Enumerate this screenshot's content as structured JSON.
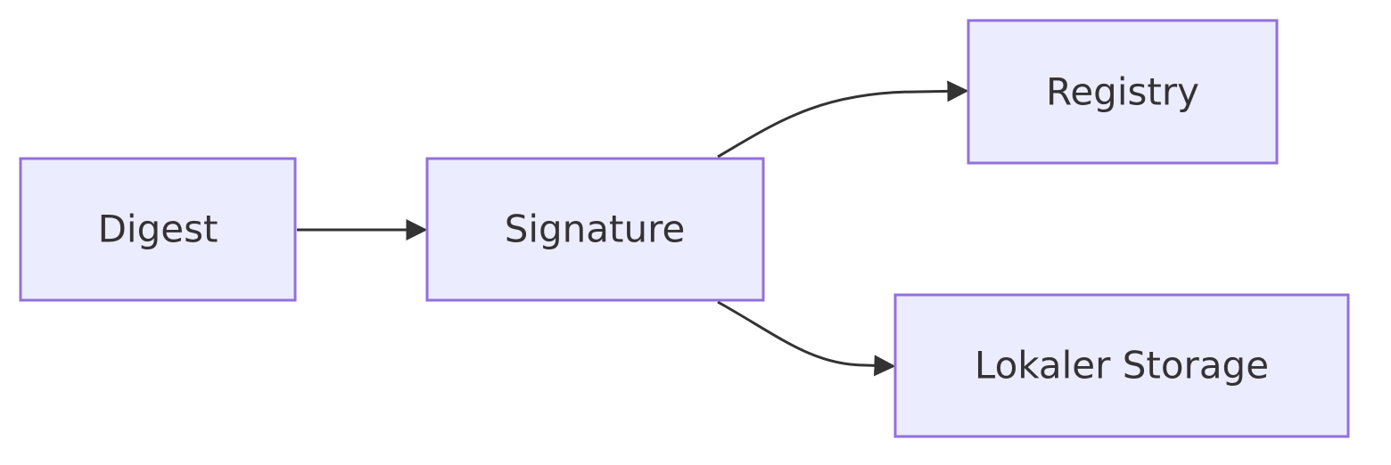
{
  "nodes": {
    "digest": "Digest",
    "signature": "Signature",
    "registry": "Registry",
    "storage": "Lokaler Storage"
  },
  "edges": [
    {
      "from": "Digest",
      "to": "Signature"
    },
    {
      "from": "Signature",
      "to": "Registry"
    },
    {
      "from": "Signature",
      "to": "Lokaler Storage"
    }
  ],
  "colors": {
    "fill": "#ECECFF",
    "stroke": "#9370DB",
    "edge": "#333333"
  }
}
